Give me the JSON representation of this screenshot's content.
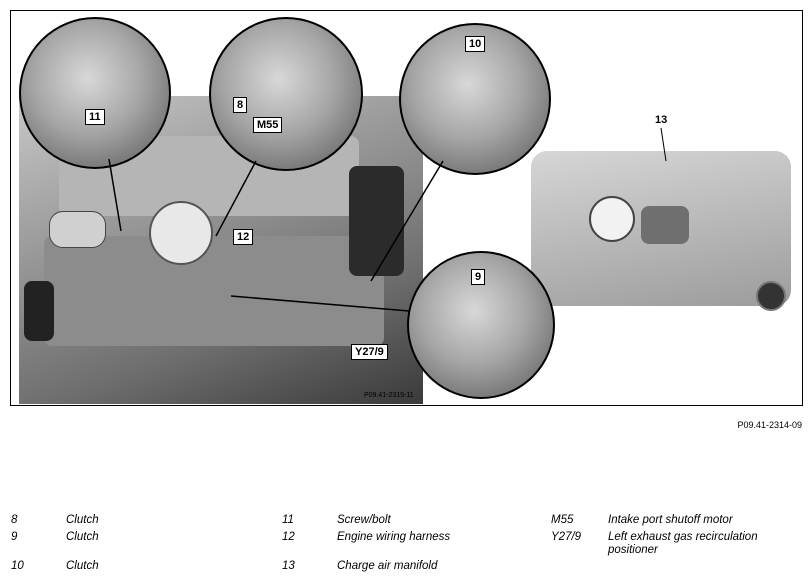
{
  "figure": {
    "callout_labels": {
      "c8": "8",
      "c9": "9",
      "c10": "10",
      "c11": "11",
      "c12": "12",
      "c13": "13",
      "m55": "M55",
      "y27": "Y27/9"
    },
    "inner_code": "P09.41-2315-11",
    "figure_code": "P09.41-2314-09"
  },
  "legend": {
    "col1": [
      {
        "num": "8",
        "text": "Clutch"
      },
      {
        "num": "9",
        "text": "Clutch"
      },
      {
        "num": "10",
        "text": "Clutch"
      }
    ],
    "col2": [
      {
        "num": "11",
        "text": "Screw/bolt"
      },
      {
        "num": "12",
        "text": "Engine wiring harness"
      },
      {
        "num": "13",
        "text": "Charge air manifold"
      }
    ],
    "col3": [
      {
        "num": "M55",
        "text": "Intake port shutoff motor"
      },
      {
        "num": "Y27/9",
        "text": "Left exhaust gas recirculation positioner"
      }
    ]
  }
}
